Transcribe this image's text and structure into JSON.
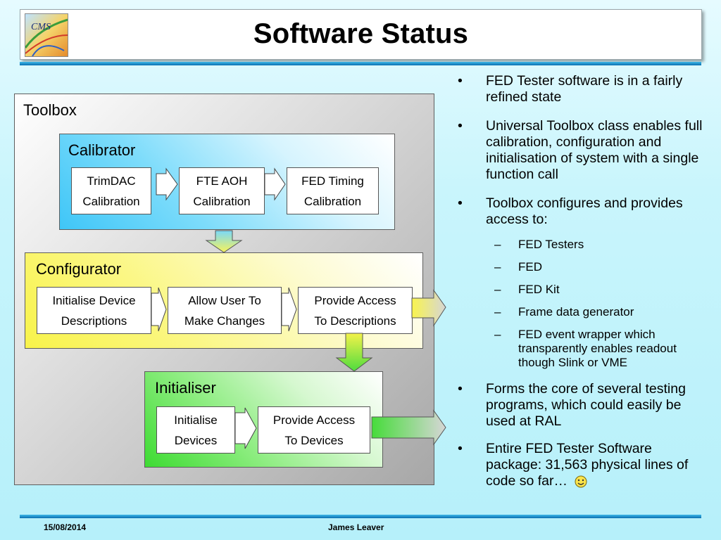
{
  "slide": {
    "title": "Software Status",
    "logo_text": "CMS",
    "footer": {
      "date": "15/08/2014",
      "author": "James Leaver"
    }
  },
  "diagram": {
    "toolbox": {
      "label": "Toolbox"
    },
    "calibrator": {
      "label": "Calibrator",
      "steps": [
        {
          "line1": "TrimDAC",
          "line2": "Calibration"
        },
        {
          "line1": "FTE AOH",
          "line2": "Calibration"
        },
        {
          "line1": "FED Timing",
          "line2": "Calibration"
        }
      ]
    },
    "configurator": {
      "label": "Configurator",
      "steps": [
        {
          "line1": "Initialise Device",
          "line2": "Descriptions"
        },
        {
          "line1": "Allow User To",
          "line2": "Make Changes"
        },
        {
          "line1": "Provide Access",
          "line2": "To Descriptions"
        }
      ]
    },
    "initialiser": {
      "label": "Initialiser",
      "steps": [
        {
          "line1": "Initialise",
          "line2": "Devices"
        },
        {
          "line1": "Provide Access",
          "line2": "To Devices"
        }
      ]
    },
    "colors": {
      "calibrator": "#3fc6f7",
      "configurator": "#f8f34a",
      "initialiser": "#3ddb32",
      "toolbox": "#a7a7a7"
    }
  },
  "bullets": {
    "b1": "FED Tester software is in a fairly refined state",
    "b2": "Universal Toolbox class enables full calibration, configuration and initialisation of system with a single function call",
    "b3": "Toolbox configures and provides access to:",
    "subs": [
      "FED Testers",
      "FED",
      "FED Kit",
      "Frame data generator",
      "FED event wrapper which transparently enables readout though Slink or VME"
    ],
    "b4": "Forms the core of several testing programs, which could easily be used at RAL",
    "b5": "Entire FED Tester Software package: 31,563 physical lines of code so far…",
    "bullet_symbol": "•",
    "dash_symbol": "–",
    "end_icon": "smiley-icon"
  }
}
